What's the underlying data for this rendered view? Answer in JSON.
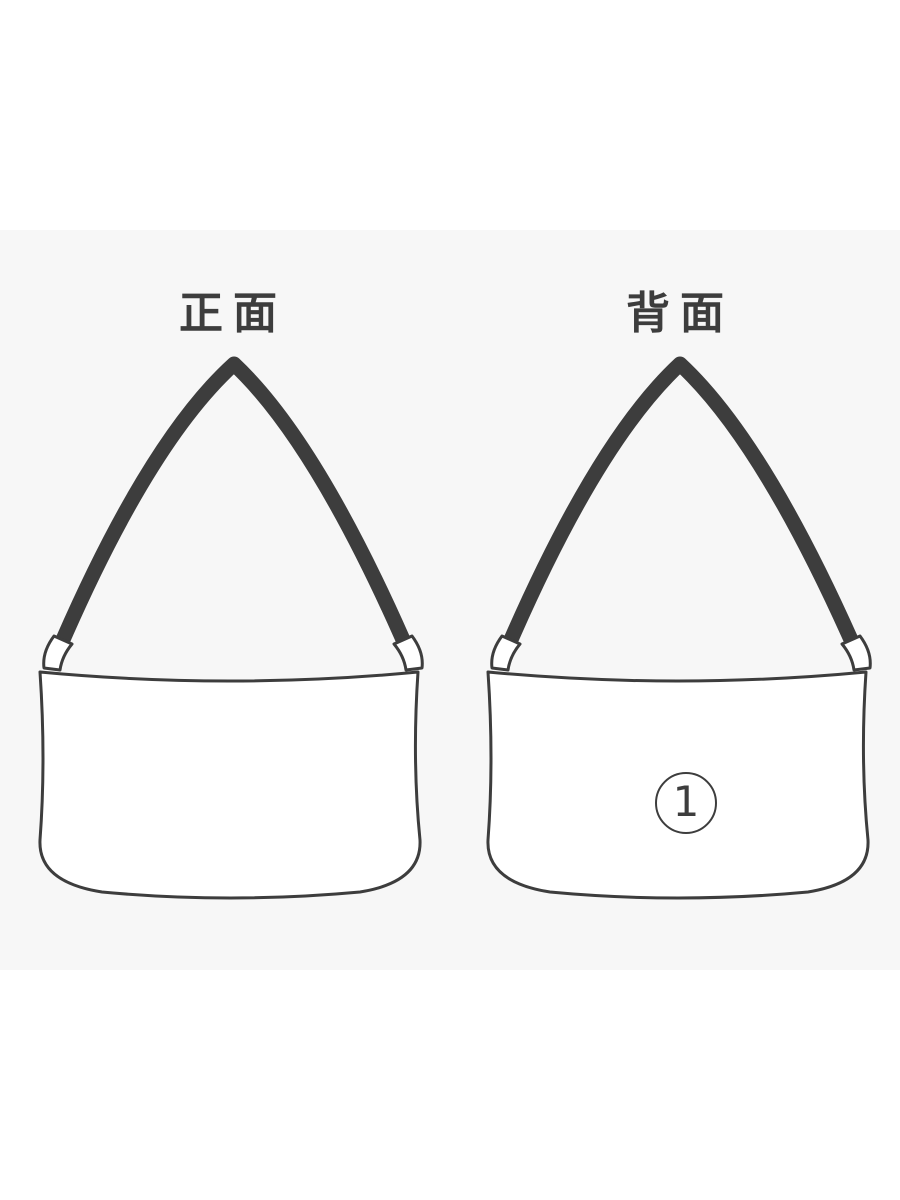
{
  "views": [
    {
      "label": "正面"
    },
    {
      "label": "背面",
      "marker": "1"
    }
  ],
  "colors": {
    "outline": "#3d3d3d",
    "panel_background": "#f7f7f7",
    "bag_fill": "#ffffff"
  }
}
